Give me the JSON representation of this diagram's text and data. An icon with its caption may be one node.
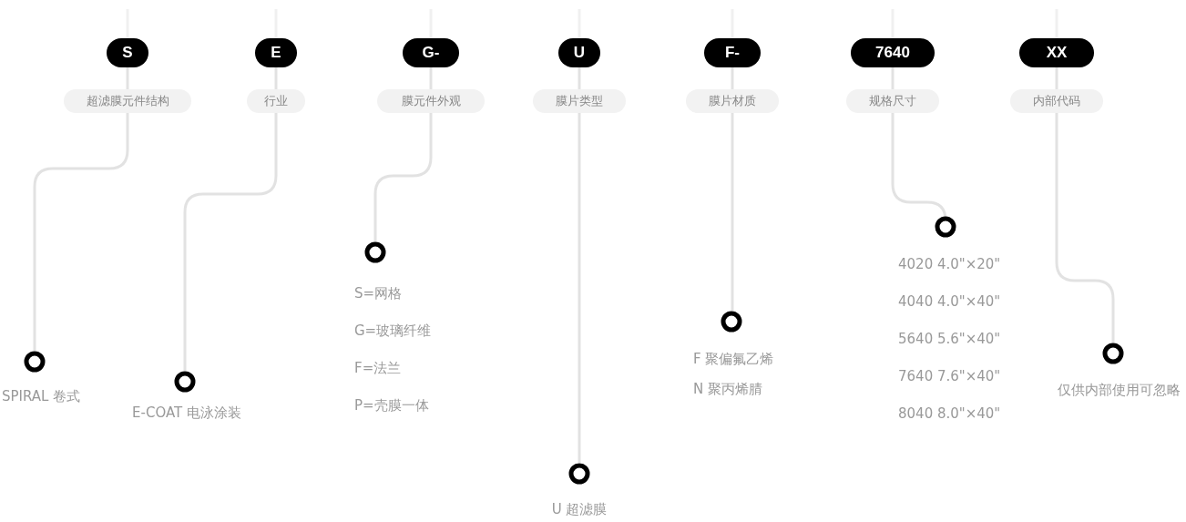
{
  "diagram": {
    "nodes": [
      {
        "text": [
          "S"
        ]
      },
      {
        "text": [
          "超滤膜元件结构"
        ]
      },
      {
        "text": [],
        "shape": "circle",
        "beside": [
          "SPIRAL 卷式"
        ]
      },
      {
        "text": [
          "E"
        ]
      },
      {
        "text": [
          "行业"
        ]
      },
      {
        "text": [],
        "shape": "circle",
        "beside": [
          "E-COAT 电泳涂装"
        ]
      },
      {
        "text": [
          "G-"
        ]
      },
      {
        "text": [
          "膜元件外观"
        ]
      },
      {
        "text": [],
        "shape": "circle",
        "beside": [
          "S=网格",
          "G=玻璃纤维",
          "F=法兰",
          "P=壳膜一体"
        ]
      },
      {
        "text": [
          "U"
        ]
      },
      {
        "text": [
          "膜片类型"
        ]
      },
      {
        "text": [],
        "shape": "circle",
        "beside": [
          "U 超滤膜"
        ]
      },
      {
        "text": [
          "F-"
        ]
      },
      {
        "text": [
          "膜片材质"
        ]
      },
      {
        "text": [],
        "shape": "circle",
        "beside": [
          "F 聚偏氟乙烯",
          "N 聚丙烯腈"
        ]
      },
      {
        "text": [
          "7640"
        ]
      },
      {
        "text": [
          "规格尺寸"
        ]
      },
      {
        "text": [],
        "shape": "circle",
        "beside": [
          "4020 4.0\"×20\"",
          "4040 4.0\"×40\"",
          "5640 5.6\"×40\"",
          "7640 7.6\"×40\"",
          "8040 8.0\"×40\""
        ]
      },
      {
        "text": [
          "XX"
        ]
      },
      {
        "text": [
          "内部代码"
        ]
      },
      {
        "text": [],
        "shape": "circle",
        "beside": [
          "仅供内部使用可忽略"
        ]
      }
    ],
    "edges": [
      {
        "from": 0,
        "to": 1,
        "arrow": "none"
      },
      {
        "from": 1,
        "to": 2,
        "arrow": "none"
      },
      {
        "from": 3,
        "to": 4,
        "arrow": "none"
      },
      {
        "from": 4,
        "to": 5,
        "arrow": "none"
      },
      {
        "from": 6,
        "to": 7,
        "arrow": "none"
      },
      {
        "from": 7,
        "to": 8,
        "arrow": "none"
      },
      {
        "from": 9,
        "to": 10,
        "arrow": "none"
      },
      {
        "from": 10,
        "to": 11,
        "arrow": "none"
      },
      {
        "from": 12,
        "to": 13,
        "arrow": "none"
      },
      {
        "from": 13,
        "to": 14,
        "arrow": "none"
      },
      {
        "from": 15,
        "to": 16,
        "arrow": "none"
      },
      {
        "from": 16,
        "to": 17,
        "arrow": "none"
      },
      {
        "from": 18,
        "to": 19,
        "arrow": "none"
      },
      {
        "from": 19,
        "to": 20,
        "arrow": "none"
      }
    ]
  }
}
